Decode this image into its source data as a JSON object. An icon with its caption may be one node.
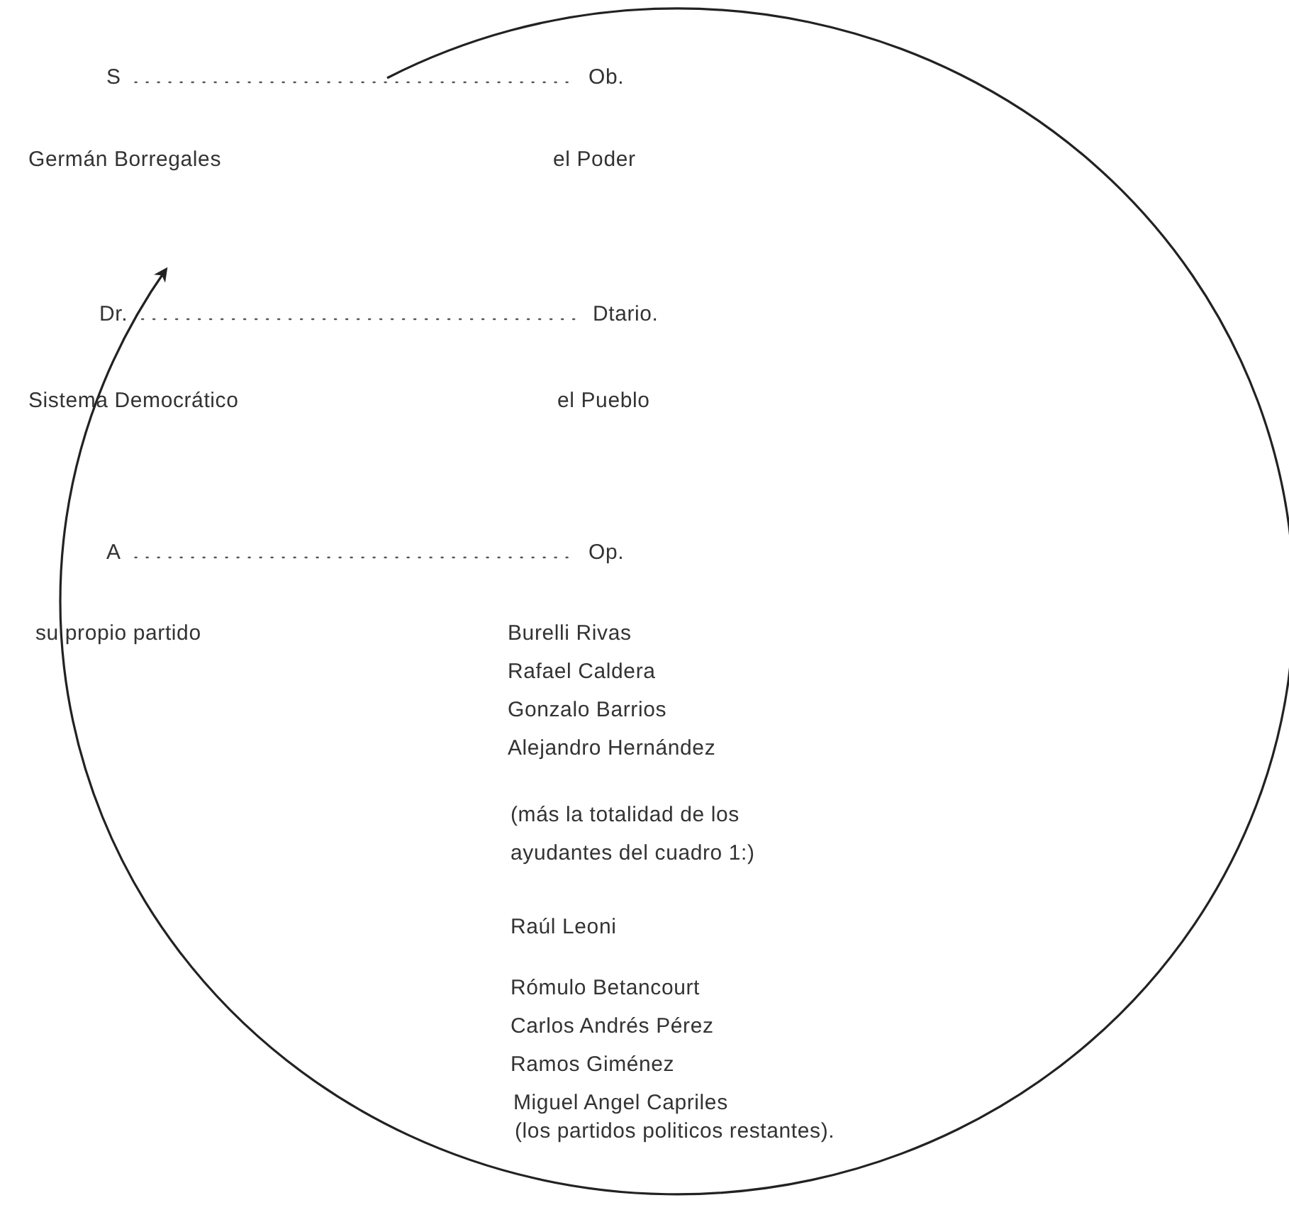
{
  "diagram": {
    "nodes": [
      {
        "text": [
          "S"
        ]
      },
      {
        "text": [
          "Ob."
        ]
      },
      {
        "text": [
          "Dr."
        ]
      },
      {
        "text": [
          "Dtario."
        ]
      },
      {
        "text": [
          "A"
        ]
      },
      {
        "text": [
          "Op."
        ]
      }
    ],
    "edges": [
      {
        "from": 0,
        "to": 1,
        "arrow": "none",
        "style": "dashed"
      },
      {
        "from": 2,
        "to": 3,
        "arrow": "none",
        "style": "dashed"
      },
      {
        "from": 4,
        "to": 5,
        "arrow": "none",
        "style": "dashed"
      }
    ],
    "labels": [
      "Germán Borregales",
      "el Poder",
      "Sistema Democrático",
      "el Pueblo",
      "su propio partido",
      "Burelli Rivas",
      "Rafael Caldera",
      "Gonzalo Barrios",
      "Alejandro Hernández",
      "(más la totalidad de los ayudantes del cuadro 1:)",
      "Raúl Leoni",
      "Rómulo Betancourt",
      "Carlos Andrés Pérez",
      "Ramos Giménez",
      "Miguel Angel Capriles",
      "(los partidos politicos restantes)."
    ]
  }
}
